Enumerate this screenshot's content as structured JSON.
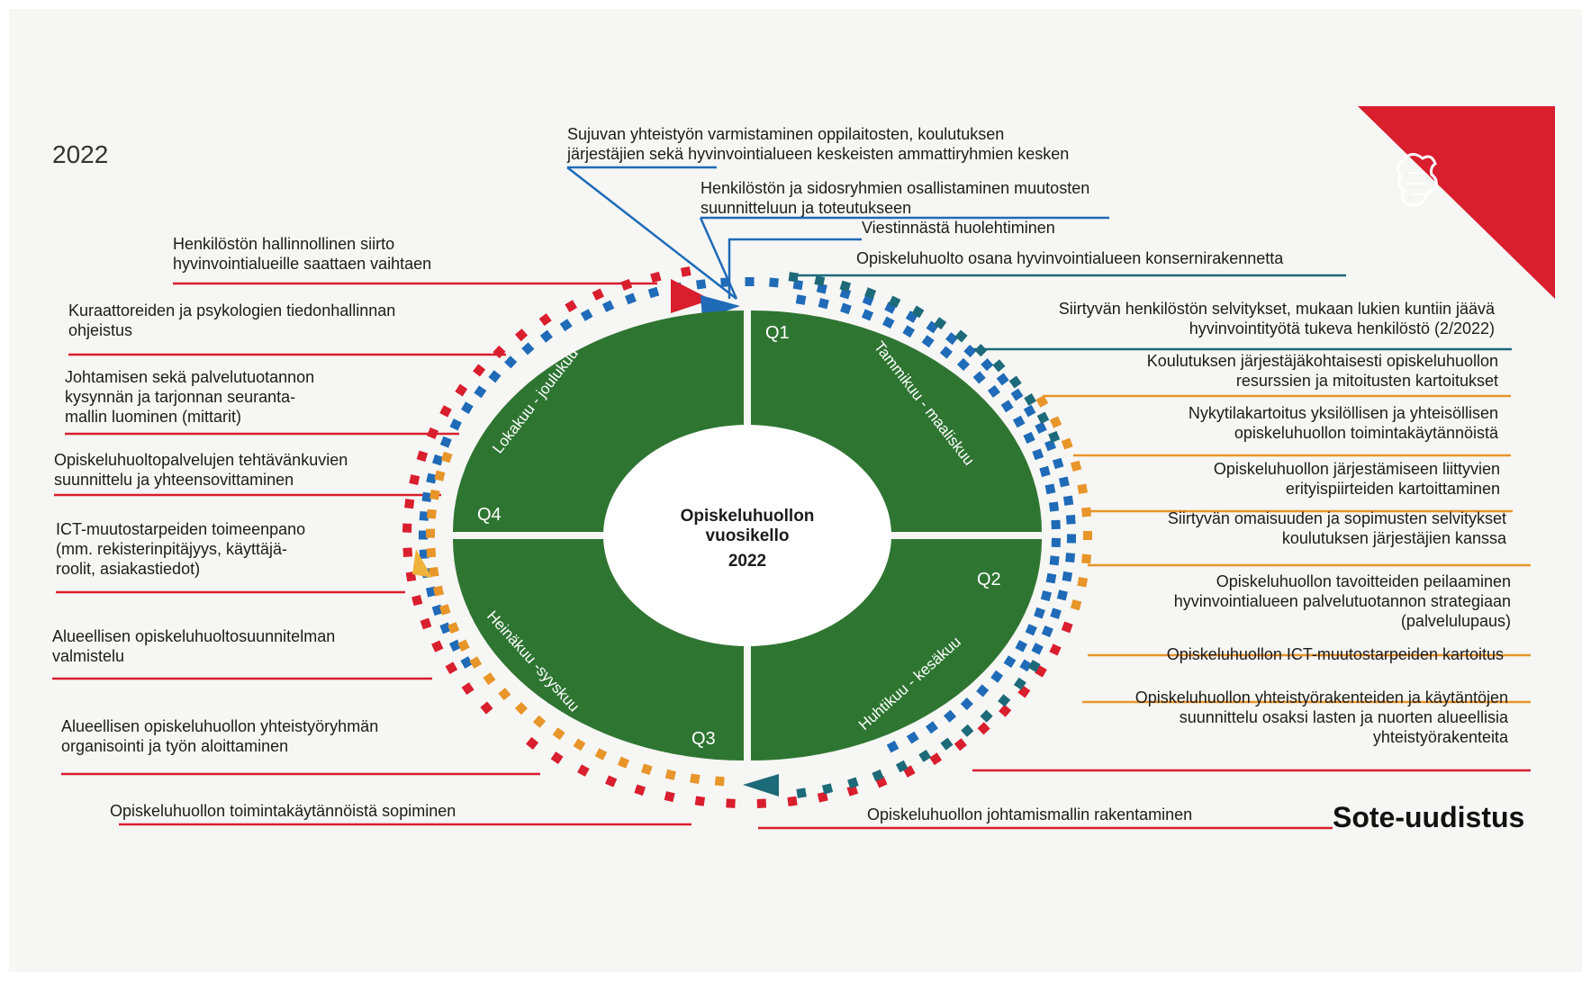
{
  "year_label": "2022",
  "center": {
    "title": "Opiskeluhuollon\nvuosikello",
    "year": "2022"
  },
  "quarters": [
    {
      "label": "Q1",
      "months": "Tammikuu - maaliskuu"
    },
    {
      "label": "Q2",
      "months": "Huhtikuu - kesäkuu"
    },
    {
      "label": "Q3",
      "months": "Heinäkuu -syyskuu"
    },
    {
      "label": "Q4",
      "months": "Lokakuu - joulukuu"
    }
  ],
  "top_items": [
    "Sujuvan yhteistyön varmistaminen oppilaitosten, koulutuksen\njärjestäjien sekä hyvinvointialueen keskeisten ammattiryhmien kesken",
    "Henkilöstön ja sidosryhmien osallistaminen muutosten\nsuunnitteluun ja toteutukseen",
    "Viestinnästä huolehtiminen",
    "Opiskeluhuolto osana hyvinvointialueen konsernirakennetta"
  ],
  "right_items": [
    "Siirtyvän henkilöstön selvitykset, mukaan lukien kuntiin jäävä\nhyvinvointityötä tukeva henkilöstö (2/2022)",
    "Koulutuksen järjestäjäkohtaisesti opiskeluhuollon\nresurssien ja mitoitusten kartoitukset",
    "Nykytilakartoitus yksilöllisen ja yhteisöllisen\nopiskeluhuollon toimintakäytännöistä",
    "Opiskeluhuollon järjestämiseen liittyvien\nerityispiirteiden kartoittaminen",
    "Siirtyvän omaisuuden ja sopimusten selvitykset\nkoulutuksen järjestäjien kanssa",
    "Opiskeluhuollon tavoitteiden peilaaminen\nhyvinvointialueen palvelutuotannon strategiaan\n(palvelulupaus)",
    "Opiskeluhuollon ICT-muutostarpeiden kartoitus",
    "Opiskeluhuollon yhteistyörakenteiden ja käytäntöjen\nsuunnittelu osaksi lasten ja nuorten alueellisia\nyhteistyörakenteita"
  ],
  "left_items": [
    "Henkilöstön hallinnollinen siirto\nhyvinvointialueille saattaen vaihtaen",
    "Kuraattoreiden ja psykologien tiedonhallinnan\nohjeistus",
    "Johtamisen sekä palvelutuotannon\nkysynnän ja tarjonnan seuranta-\nmallin luominen (mittarit)",
    "Opiskeluhuoltopalvelujen tehtävänkuvien\nsuunnittelu ja yhteensovittaminen",
    "ICT-muutostarpeiden toimeenpano\n(mm. rekisterinpitäjyys, käyttäjä-\nroolit, asiakastiedot)",
    "Alueellisen opiskeluhuoltosuunnitelman\nvalmistelu",
    "Alueellisen opiskeluhuollon yhteistyöryhmän\norganisointi ja työn aloittaminen"
  ],
  "bottom_items": [
    "Opiskeluhuollon toimintakäytännöistä sopiminen",
    "Opiskeluhuollon johtamismallin rakentaminen"
  ],
  "footer": "Sote-uudistus",
  "colors": {
    "green": "#2f7532",
    "red": "#d91e2e",
    "blue": "#1f6bb8",
    "orange": "#e8952a",
    "teal": "#1d6a78",
    "yellow": "#efb23a"
  },
  "icons": [
    "lion-crest-icon"
  ]
}
